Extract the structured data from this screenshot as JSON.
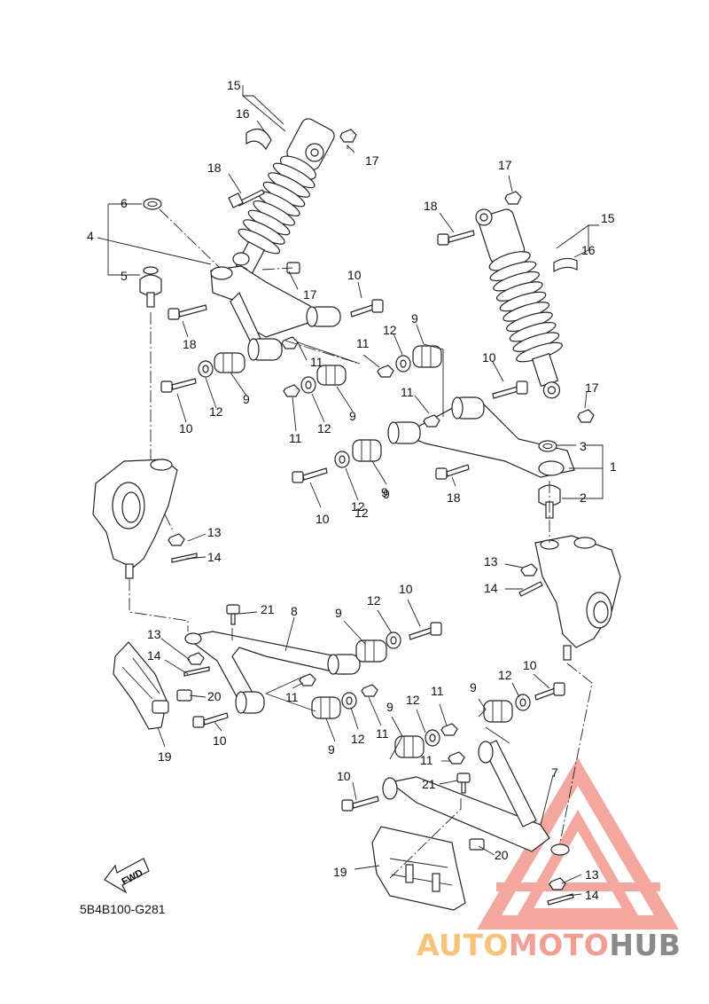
{
  "diagram": {
    "part_code": "5B4B100-G281",
    "fwd_label": "FWD",
    "callouts": [
      {
        "id": "c15a",
        "text": "15"
      },
      {
        "id": "c16a",
        "text": "16"
      },
      {
        "id": "c17a",
        "text": "17"
      },
      {
        "id": "c18a",
        "text": "18"
      },
      {
        "id": "c6",
        "text": "6"
      },
      {
        "id": "c4",
        "text": "4"
      },
      {
        "id": "c5",
        "text": "5"
      },
      {
        "id": "c17b",
        "text": "17"
      },
      {
        "id": "c18b",
        "text": "18"
      },
      {
        "id": "c10a",
        "text": "10"
      },
      {
        "id": "c11a",
        "text": "11"
      },
      {
        "id": "c12a",
        "text": "12"
      },
      {
        "id": "c9a",
        "text": "9"
      },
      {
        "id": "c10b",
        "text": "10"
      },
      {
        "id": "c12b",
        "text": "12"
      },
      {
        "id": "c9b",
        "text": "9"
      },
      {
        "id": "c11b",
        "text": "11"
      },
      {
        "id": "c12c",
        "text": "12"
      },
      {
        "id": "c9c",
        "text": "9"
      },
      {
        "id": "c17c",
        "text": "17"
      },
      {
        "id": "c18c",
        "text": "18"
      },
      {
        "id": "c15b",
        "text": "15"
      },
      {
        "id": "c16b",
        "text": "16"
      },
      {
        "id": "c10c",
        "text": "10"
      },
      {
        "id": "c11c",
        "text": "11"
      },
      {
        "id": "c12d",
        "text": "12"
      },
      {
        "id": "c9d",
        "text": "9"
      },
      {
        "id": "c11d",
        "text": "11"
      },
      {
        "id": "c17d",
        "text": "17"
      },
      {
        "id": "c3",
        "text": "3"
      },
      {
        "id": "c1",
        "text": "1"
      },
      {
        "id": "c18d",
        "text": "18"
      },
      {
        "id": "c2",
        "text": "2"
      },
      {
        "id": "c10d",
        "text": "10"
      },
      {
        "id": "c12e",
        "text": "12"
      },
      {
        "id": "c9e",
        "text": "9"
      },
      {
        "id": "c13a",
        "text": "13"
      },
      {
        "id": "c14a",
        "text": "14"
      },
      {
        "id": "c13b",
        "text": "13"
      },
      {
        "id": "c14b",
        "text": "14"
      },
      {
        "id": "c21a",
        "text": "21"
      },
      {
        "id": "c8",
        "text": "8"
      },
      {
        "id": "c9f",
        "text": "9"
      },
      {
        "id": "c12f",
        "text": "12"
      },
      {
        "id": "c10e",
        "text": "10"
      },
      {
        "id": "c13c",
        "text": "13"
      },
      {
        "id": "c14c",
        "text": "14"
      },
      {
        "id": "c20a",
        "text": "20"
      },
      {
        "id": "c11e",
        "text": "11"
      },
      {
        "id": "c10f",
        "text": "10"
      },
      {
        "id": "c19a",
        "text": "19"
      },
      {
        "id": "c9g",
        "text": "9"
      },
      {
        "id": "c12g",
        "text": "12"
      },
      {
        "id": "c11f",
        "text": "11"
      },
      {
        "id": "c9h",
        "text": "9"
      },
      {
        "id": "c12h",
        "text": "12"
      },
      {
        "id": "c11g",
        "text": "11"
      },
      {
        "id": "c12i",
        "text": "12"
      },
      {
        "id": "c10g",
        "text": "10"
      },
      {
        "id": "c9i",
        "text": "9"
      },
      {
        "id": "c11h",
        "text": "11"
      },
      {
        "id": "c7",
        "text": "7"
      },
      {
        "id": "c10h",
        "text": "10"
      },
      {
        "id": "c21b",
        "text": "21"
      },
      {
        "id": "c19b",
        "text": "19"
      },
      {
        "id": "c20b",
        "text": "20"
      },
      {
        "id": "c13d",
        "text": "13"
      },
      {
        "id": "c14d",
        "text": "14"
      }
    ]
  },
  "watermark": {
    "part1": "AUTO",
    "part2": "MOTO",
    "part3": "HUB",
    "colors": {
      "auto": "#f7c27a",
      "moto": "#f29e95",
      "hub": "#8a8a8a",
      "triangle": "#f08a80"
    }
  }
}
